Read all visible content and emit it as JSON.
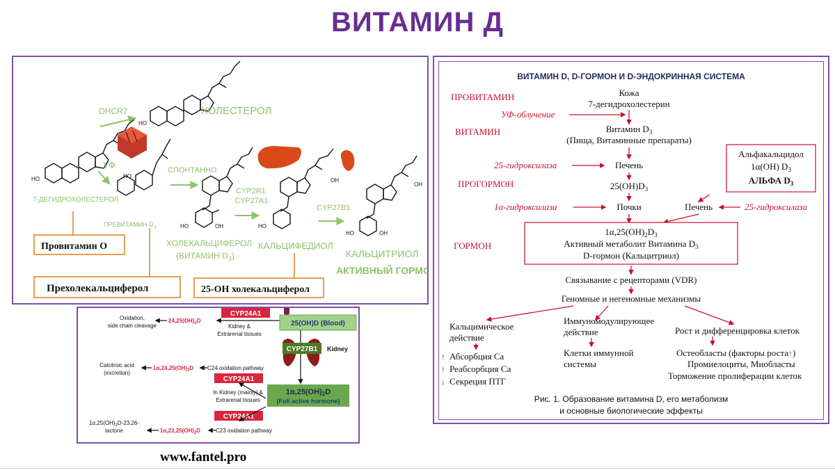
{
  "title": "ВИТАМИН Д",
  "website": "www.fantel.pro",
  "colors": {
    "title": "#6a2d91",
    "frame": "#7b4fa8",
    "green": "#8cc36b",
    "red": "#c8102e",
    "orange": "#e07b1a",
    "ink": "#111111"
  },
  "synthesis": {
    "dhcr7": "DHCR7",
    "cholesterol": "ХОЛЕСТЕРОЛ",
    "uv": "УФ",
    "spontaneous": "СПОНТАННО",
    "cyp2r1": "CYP2R1",
    "cyp27a1": "CYP27A1",
    "cyp27b1": "CYP27B1",
    "dehydro": "7-ДЕГИДРОХОЛЕСТЕРОЛ",
    "previtamin": "ПРЕВИТАМИН D",
    "previtamin_sub": "3",
    "cholecalciferol": "ХОЛЕКАЛЬЦИФЕРОЛ",
    "vitamin_d3": "(ВИТАМИН D",
    "vitamin_d3_sub": "3",
    "vitamin_d3_end": ")",
    "calcifediol": "КАЛЬЦИФЕДИОЛ",
    "calcitriol": "КАЛЬЦИТРИОЛ",
    "active_hormone": "АКТИВНЫЙ ГОРМОН",
    "ho": "HO",
    "oh": "OH",
    "box_provitamin": "Провитамин О",
    "box_precholecalciferol": "Прехолекальциферол",
    "box_25oh": "25-ОН холекальциферол"
  },
  "catabolism": {
    "cyp24a1": "CYP24A1",
    "oxidation": "Oxidation,",
    "side_chain": "side chain cleavage",
    "m2425": "24,25(OH)",
    "m2425_sub": "2",
    "d": "D",
    "kidney_extrarenal_1": "Kidney &",
    "kidney_extrarenal_2": "Extrarenal tissues",
    "blood": "25(OH)D (Blood)",
    "cyp27b1": "CYP27B1",
    "kidney": "Kidney",
    "calcitroic_1": "Calcitroic acid",
    "calcitroic_2": "(excretion)",
    "m12425": "1α,24,25(OH)",
    "c24_pathway": "C24 oxidation pathway",
    "in_kidney_1": "In Kidney (mainly) &",
    "in_kidney_2": "Extrarenal tissues",
    "hormone_1": "1α,25(OH)",
    "hormone_1_sub": "2",
    "hormone_1_end": "D",
    "hormone_2": "(Full active hormone)",
    "lactone_1": "1α,25(OH)",
    "lactone_1_sub": "2",
    "lactone_1_end": "D-23,26-",
    "lactone_2": "lactone",
    "m12325": "1α,23,25(OH)",
    "c23_pathway": "C23 oxidation pathway"
  },
  "endocrine": {
    "header": "ВИТАМИН D, D-ГОРМОН И D-ЭНДОКРИННАЯ СИСТЕМА",
    "provitamin": "ПРОВИТАМИН",
    "vitamin": "ВИТАМИН",
    "prohormone": "ПРОГОРМОН",
    "hormone": "ГОРМОН",
    "skin": "Кожа",
    "dehydro": "7-дегидрохолестерин",
    "uv": "УФ-облучение",
    "vitamin_d3": "Витамин D",
    "sub3": "3",
    "food": "(Пища, Витаминные препараты)",
    "hydroxylase25": "25-гидроксилаза",
    "liver": "Печень",
    "oh25d3": "25(OH)D",
    "hydroxylase1a": "1α-гидроксилаза",
    "kidneys": "Почки",
    "liver2": "Печень",
    "hydroxylase25b": "25-гидроксилаза",
    "alfacalcidol": "Альфакальцидол",
    "oh1d3": "1α(OH) D",
    "alfa_d3": "АЛЬФА D",
    "hormone_line1": "1α,25(OH)",
    "hormone_line1_sub": "2",
    "hormone_line1_end": "D",
    "hormone_line2": "Активный метаболит Витамина D",
    "hormone_line3": "D-гормон (Кальцитриол)",
    "receptor": "Связывание с рецепторами (VDR)",
    "mechanisms": "Геномные и негеномные механизмы",
    "calcemic_1": "Кальцимическое",
    "calcemic_2": "действие",
    "immuno_1": "Иммуномодулирующее",
    "immuno_2": "действие",
    "growth": "Рост и дифференцировка клеток",
    "absorption": "Абсорбция Са",
    "reabsorption": "Реабсорбция Са",
    "pth": "Секреция ПТГ",
    "immune_cells_1": "Клетки иммунной",
    "immune_cells_2": "системы",
    "osteoblasts": "Остеобласты (факторы роста",
    "osteoblasts_end": ")",
    "promyelocytes": "Промиелоциты, Миобласты",
    "inhibition": "Торможение пролиферации клеток",
    "caption_1": "Рис. 1. Образование витамина D, его метаболизм",
    "caption_2": "и основные биологические эффекты"
  }
}
